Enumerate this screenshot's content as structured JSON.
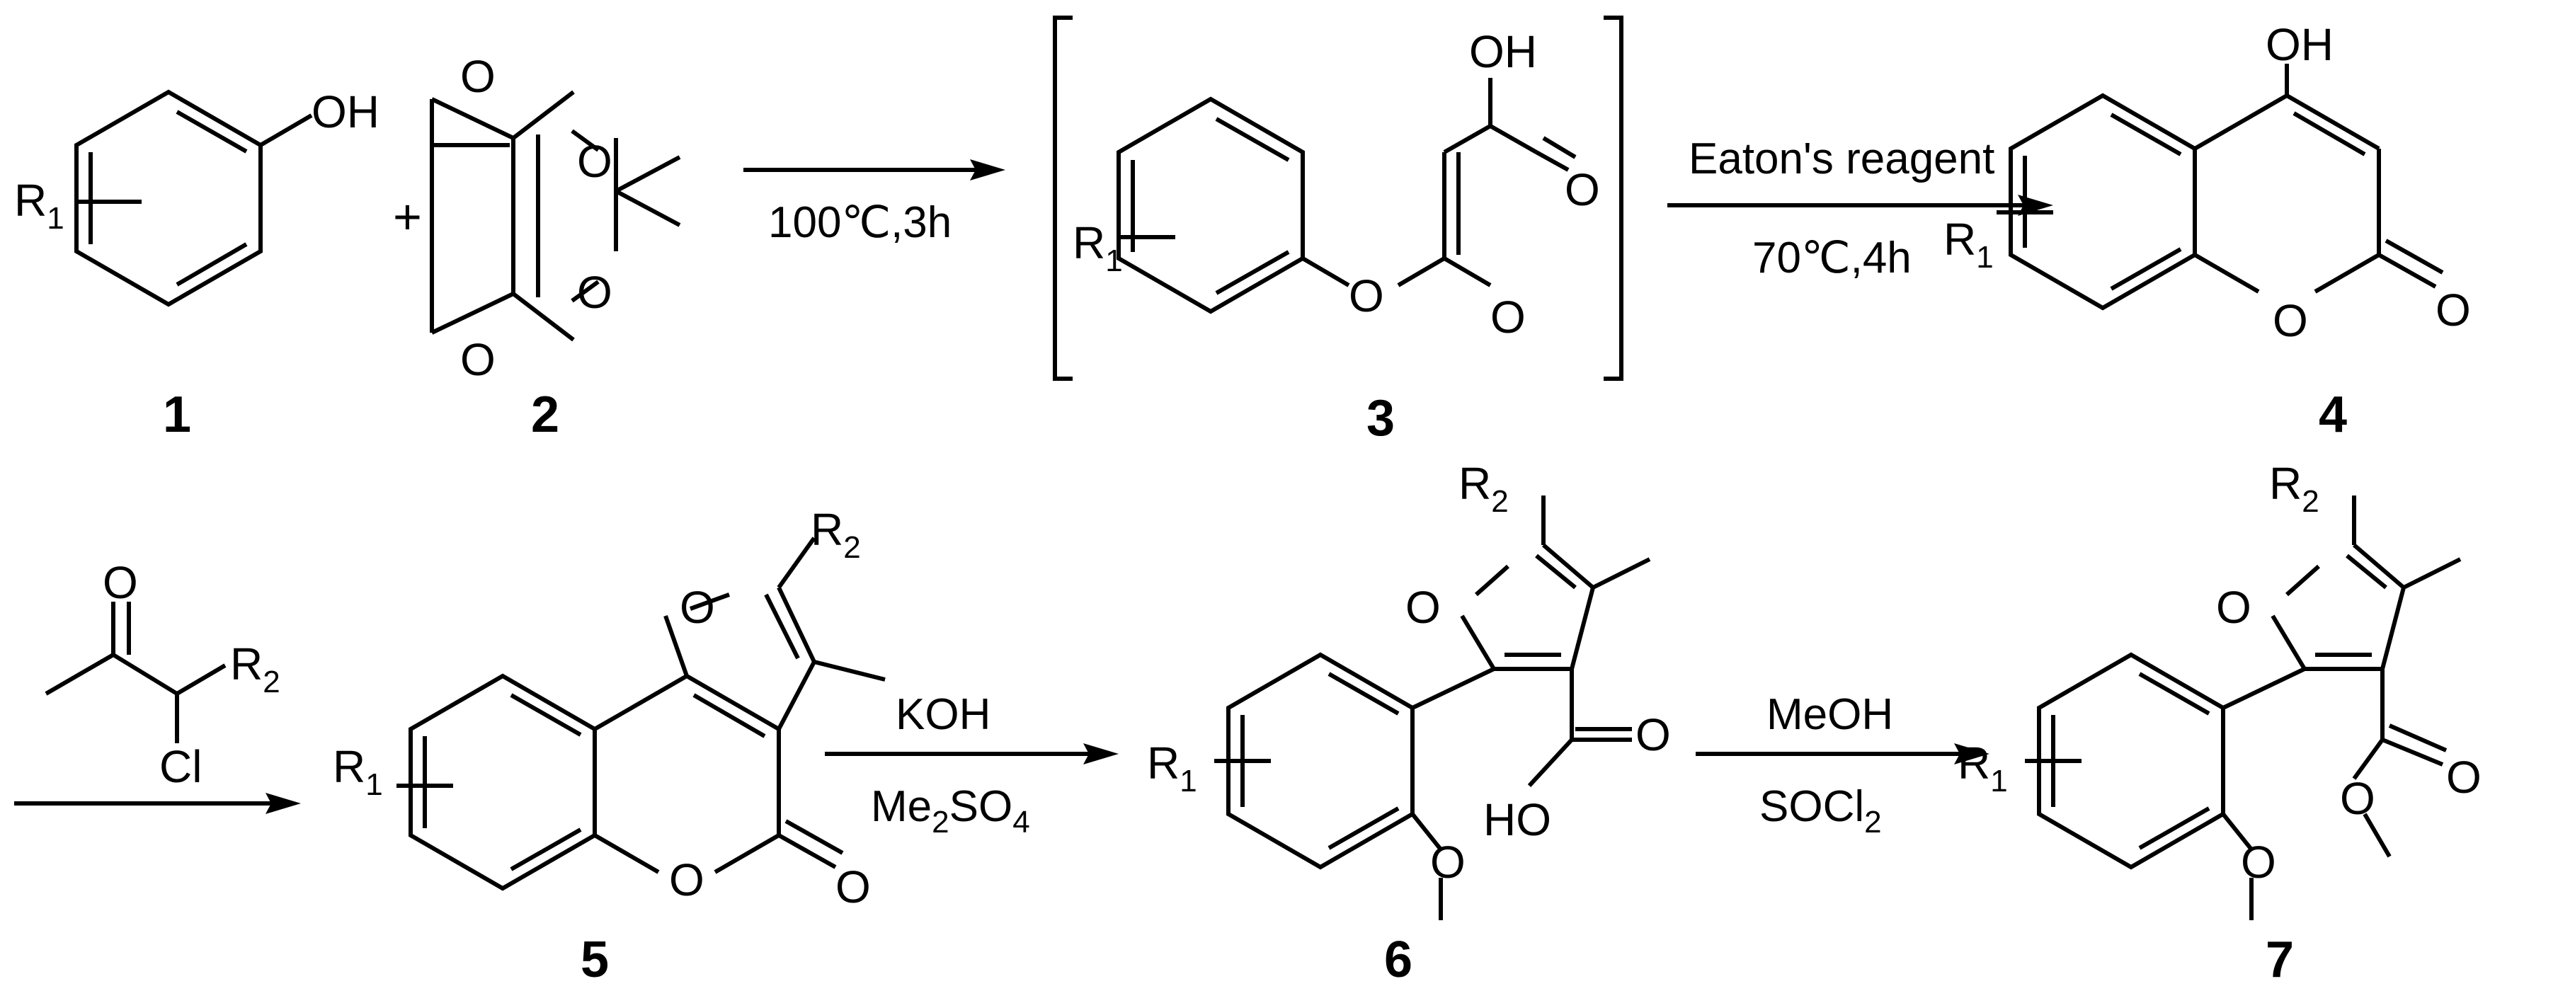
{
  "compounds": [
    {
      "id": "1",
      "label": "1"
    },
    {
      "id": "2",
      "label": "2"
    },
    {
      "id": "3",
      "label": "3"
    },
    {
      "id": "4",
      "label": "4"
    },
    {
      "id": "5",
      "label": "5"
    },
    {
      "id": "6",
      "label": "6"
    },
    {
      "id": "7",
      "label": "7"
    }
  ],
  "atoms": {
    "oh": "OH",
    "o": "O",
    "ho": "HO",
    "cl": "Cl",
    "r": "R",
    "r1_sub": "1",
    "r2_sub": "2",
    "plus": "+"
  },
  "conditions": {
    "step1": "100℃,3h",
    "step2_top": "Eaton's reagent",
    "step2_bottom": "70℃,4h",
    "step4_top": "KOH",
    "step4_bottom_a": "Me",
    "step4_bottom_a_sub": "2",
    "step4_bottom_b": "SO",
    "step4_bottom_b_sub": "4",
    "step5_top": "MeOH",
    "step5_bottom": "SOCl",
    "step5_bottom_sub": "2"
  }
}
